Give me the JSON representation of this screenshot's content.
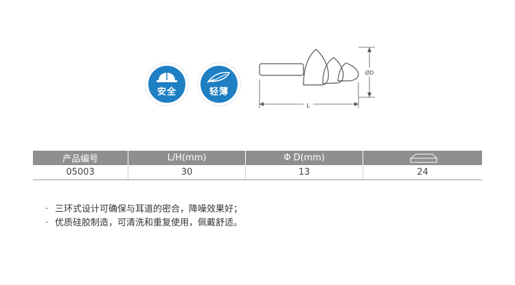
{
  "badges": [
    {
      "label": "安全",
      "icon": "hard-hat-icon"
    },
    {
      "label": "轻薄",
      "icon": "feather-icon"
    }
  ],
  "diagram": {
    "diameter_label": "ØD",
    "length_label": "L"
  },
  "table": {
    "headers": [
      "产品编号",
      "L/H(mm)",
      "Φ D(mm)",
      ""
    ],
    "header_icon": "packaging-box-icon",
    "rows": [
      [
        "05003",
        "30",
        "13",
        "24"
      ]
    ]
  },
  "features": [
    "三环式设计可确保与耳道的密合，降噪效果好；",
    "优质硅胶制造，可清洗和重复使用，佩戴舒适。"
  ],
  "bullet_char": "·",
  "colors": {
    "badge_blue": "#1f7fc3",
    "header_gray": "#8e8f91"
  }
}
